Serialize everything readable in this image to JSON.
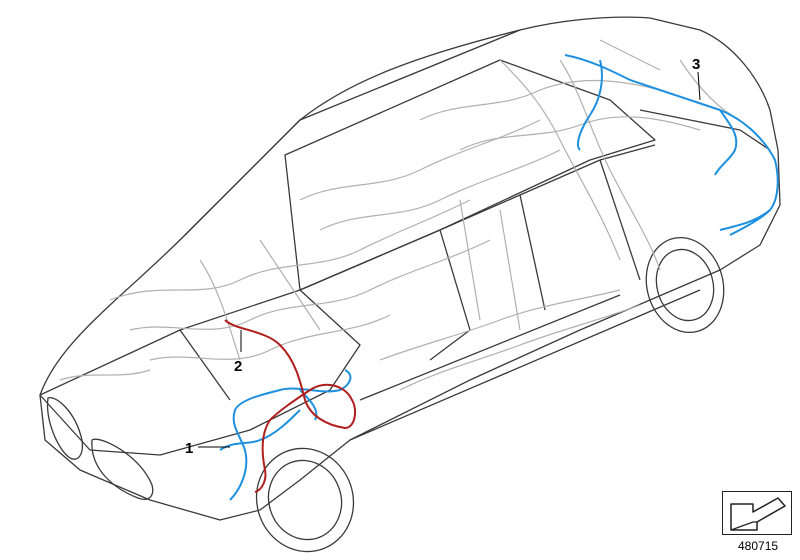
{
  "diagram": {
    "callouts": [
      {
        "label": "1"
      },
      {
        "label": "2"
      },
      {
        "label": "3"
      }
    ],
    "reference_number": "480715",
    "colors": {
      "car_outline": "#3a3a3a",
      "internal_harness": "#b0b0b0",
      "harness_blue": "#1e90e0",
      "harness_red": "#b01e1e"
    }
  },
  "navigation": {
    "icon": "arrow-down-left-icon"
  }
}
